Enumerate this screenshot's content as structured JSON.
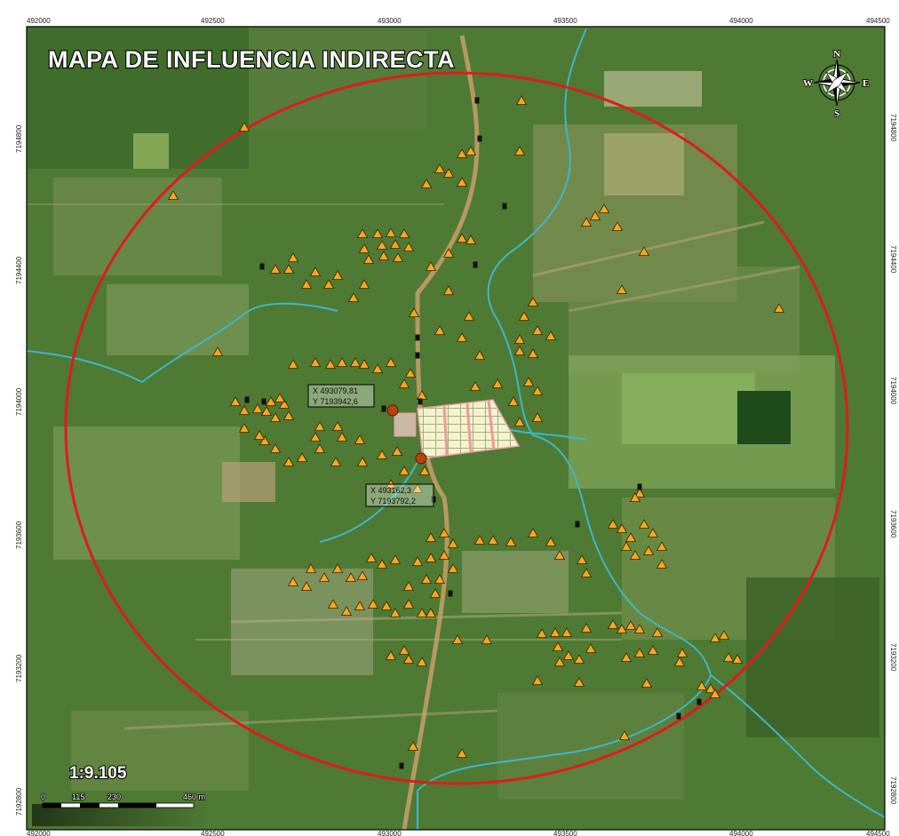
{
  "map": {
    "title": "MAPA DE INFLUENCIA INDIRECTA",
    "scale_ratio": "1:9.105",
    "scale_bar": {
      "labels": [
        "0",
        "115",
        "230",
        "460 m"
      ]
    },
    "grid": {
      "x_ticks": [
        "492000",
        "492500",
        "493000",
        "493500",
        "494000",
        "494500"
      ],
      "y_ticks": [
        "7194800",
        "7194400",
        "7194000",
        "7193600",
        "7193200",
        "7192800"
      ]
    },
    "compass": {
      "n": "N",
      "s": "S",
      "e": "E",
      "w": "W"
    },
    "coordinate_labels": [
      {
        "x": "X 493079,81",
        "y": "Y 7193942,6"
      },
      {
        "x": "X 493162,3",
        "y": "Y 7193792,2"
      }
    ],
    "influence_circle_color": "#e01b1b",
    "river_color": "#3fb6c8",
    "house_marker_color": "#f5a623",
    "point_marker_color": "#b5440f"
  }
}
